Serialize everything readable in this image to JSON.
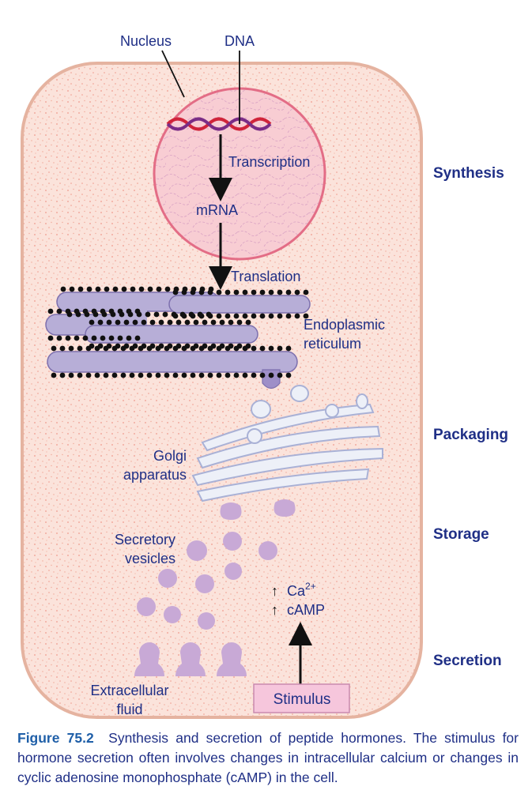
{
  "labels": {
    "nucleus": "Nucleus",
    "dna": "DNA",
    "transcription": "Transcription",
    "mrna": "mRNA",
    "translation": "Translation",
    "er_line1": "Endoplasmic",
    "er_line2": "reticulum",
    "golgi_line1": "Golgi",
    "golgi_line2": "apparatus",
    "vesicles_line1": "Secretory",
    "vesicles_line2": "vesicles",
    "extracellular_line1": "Extracellular",
    "extracellular_line2": "fluid",
    "up_arrow": "↑",
    "calcium": "Ca",
    "calcium_charge": "2+",
    "camp": "cAMP",
    "stimulus": "Stimulus"
  },
  "stages": {
    "synthesis": "Synthesis",
    "packaging": "Packaging",
    "storage": "Storage",
    "secretion": "Secretion"
  },
  "caption": {
    "figure_label": "Figure 75.2",
    "text": "Synthesis and secretion of peptide hormones. The stimulus for hormone secretion often involves changes in intracellular calcium or changes in cyclic adenosine monophosphate (cAMP) in the cell."
  },
  "colors": {
    "text_blue": "#1f2f86",
    "cell_fill": "#fbe2da",
    "cell_border": "#e7b7a5",
    "nucleus_fill": "#f7c8cf",
    "nucleus_border": "#e16a83",
    "organelle_purple": "#b8aed8",
    "vesicle_purple": "#c8a9d6",
    "golgi_fill": "#e8ebf6",
    "stimulus_fill": "#f6c6dc"
  }
}
